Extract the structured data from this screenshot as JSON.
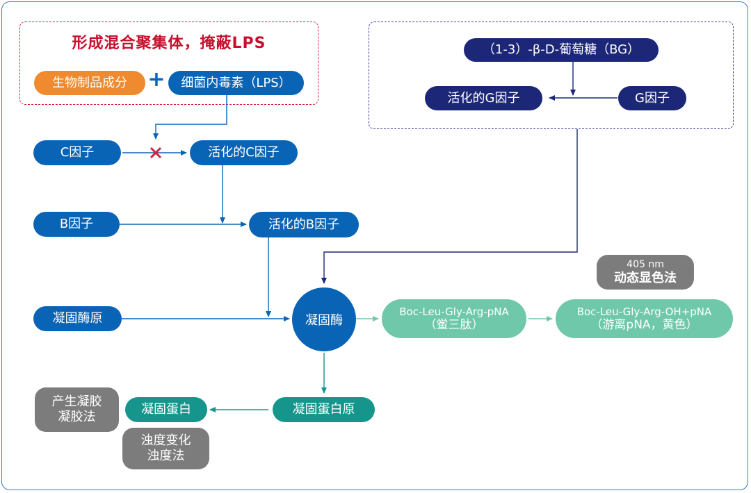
{
  "header": {
    "title": "形成混合聚集体，掩蔽LPS"
  },
  "inputs": {
    "product_component": "生物制品成分",
    "plus": "+",
    "endotoxin": "细菌内毒素（LPS）"
  },
  "g_pathway": {
    "glucan": "（1-3）-β-D-葡萄糖（BG）",
    "factor_g": "G因子",
    "activated_g": "活化的G因子"
  },
  "cascade": {
    "factor_c": "C因子",
    "activated_c": "活化的C因子",
    "factor_b": "B因子",
    "activated_b": "活化的B因子",
    "proclotting_enzyme": "凝固酶原",
    "clotting_enzyme": "凝固酶"
  },
  "chromogenic": {
    "substrate_line1": "Boc-Leu-Gly-Arg-pNA",
    "substrate_line2": "（鲎三肽）",
    "product_line1": "Boc-Leu-Gly-Arg-OH+pNA",
    "product_line2": "（游离pNA，黄色）",
    "method_line1": "405 nm",
    "method_line2": "动态显色法"
  },
  "coagulation": {
    "coagulogen": "凝固蛋白原",
    "coagulin": "凝固蛋白",
    "gel_method_line1": "产生凝胶",
    "gel_method_line2": "凝胶法",
    "turbidity_method_line1": "浊度变化",
    "turbidity_method_line2": "浊度法"
  },
  "colors": {
    "cascade_blue": "#0a64b5",
    "g_pathway_navy": "#1d2778",
    "product_orange": "#ef8a2e",
    "chromogenic_mint": "#6fc8a9",
    "coagulation_teal": "#15958c",
    "method_gray": "#7c7c7c",
    "highlight_red": "#c8102e",
    "block_mark": "#d3203b"
  }
}
